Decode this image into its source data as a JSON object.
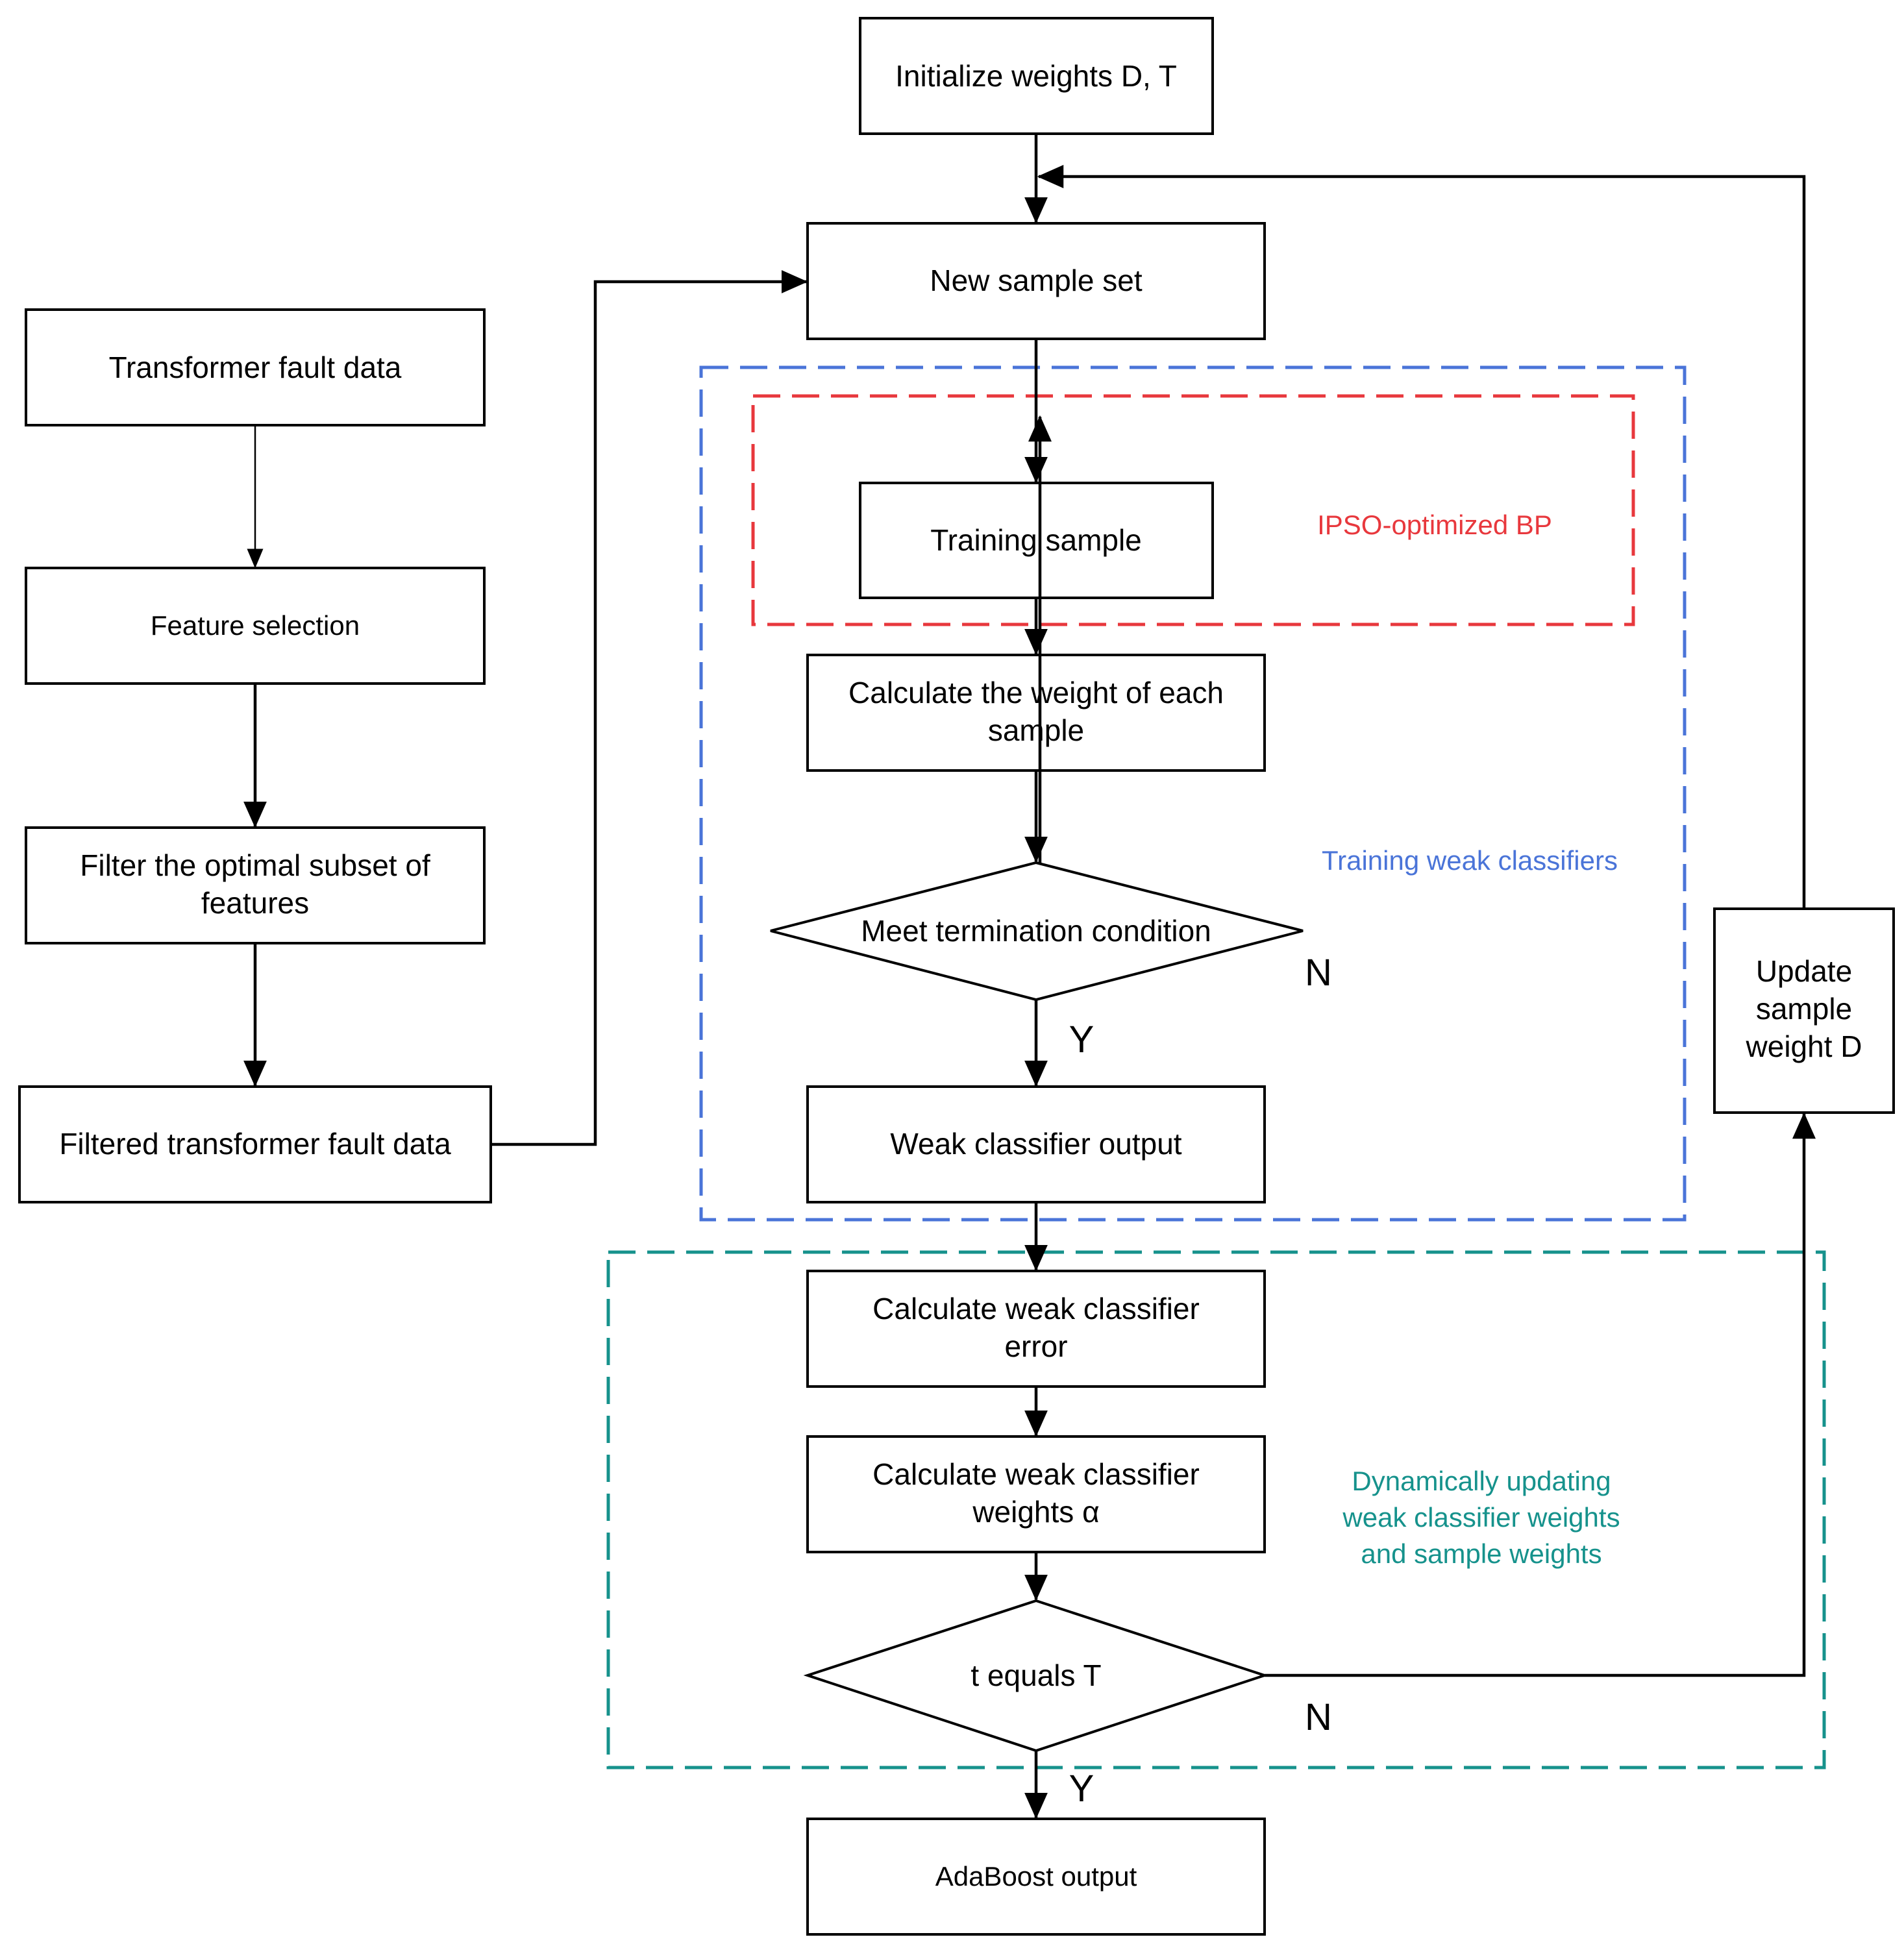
{
  "nodes": {
    "init": {
      "text": "Initialize weights D, T"
    },
    "new_sample": {
      "text": "New sample set"
    },
    "training_sample": {
      "text": "Training sample"
    },
    "calc_sample_weight": {
      "line1": "Calculate the weight of each",
      "line2": "sample"
    },
    "meet_termination": {
      "text": "Meet  termination condition"
    },
    "weak_output": {
      "text": "Weak classifier output"
    },
    "calc_error": {
      "line1": "Calculate weak classifier",
      "line2": "error"
    },
    "calc_alpha": {
      "line1": "Calculate weak classifier",
      "line2": "weights α"
    },
    "t_equals": {
      "text": "t equals T"
    },
    "adaboost": {
      "text": "AdaBoost output"
    },
    "fault_data": {
      "text": "Transformer fault data"
    },
    "feature_sel": {
      "text": "Feature selection"
    },
    "filter_subset": {
      "line1": "Filter the optimal subset of",
      "line2": "features"
    },
    "filtered_data": {
      "text": "Filtered transformer fault data"
    },
    "update_weight": {
      "line1": "Update",
      "line2": "sample",
      "line3": "weight D"
    }
  },
  "regions": {
    "ipso": {
      "label": "IPSO-optimized BP",
      "color": "#e8383d"
    },
    "training_weak": {
      "label": "Training weak classifiers",
      "color": "#4a74d8"
    },
    "dynamic": {
      "line1": "Dynamically updating",
      "line2": "weak classifier weights",
      "line3": "and sample weights",
      "color": "#16928c"
    }
  },
  "branch_labels": {
    "meet_no": "N",
    "meet_yes": "Y",
    "t_no": "N",
    "t_yes": "Y"
  }
}
